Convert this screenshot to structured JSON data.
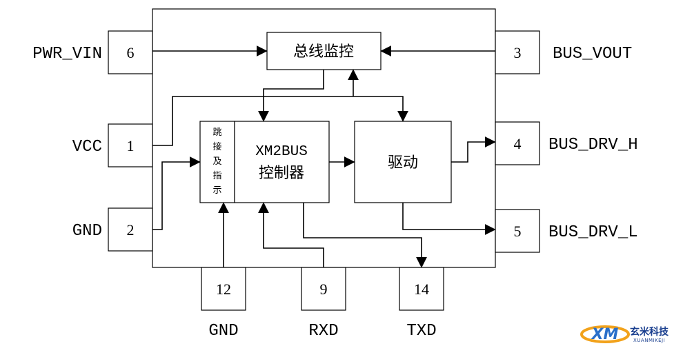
{
  "pins": {
    "pwr_vin": {
      "number": "6",
      "label": "PWR_VIN"
    },
    "vcc": {
      "number": "1",
      "label": "VCC"
    },
    "gnd_left": {
      "number": "2",
      "label": "GND"
    },
    "bus_vout": {
      "number": "3",
      "label": "BUS_VOUT"
    },
    "bus_drv_h": {
      "number": "4",
      "label": "BUS_DRV_H"
    },
    "bus_drv_l": {
      "number": "5",
      "label": "BUS_DRV_L"
    },
    "gnd_bottom": {
      "number": "12",
      "label": "GND"
    },
    "rxd": {
      "number": "9",
      "label": "RXD"
    },
    "txd": {
      "number": "14",
      "label": "TXD"
    }
  },
  "blocks": {
    "bus_monitor": "总线监控",
    "jumper_lines": [
      "跳",
      "接",
      "及",
      "指",
      "示"
    ],
    "controller_line1": "XM2BUS",
    "controller_line2": "控制器",
    "driver": "驱动"
  },
  "logo": {
    "icon_text": "XM",
    "brand": "玄米科技",
    "sub": "XUANMIKEJI"
  }
}
